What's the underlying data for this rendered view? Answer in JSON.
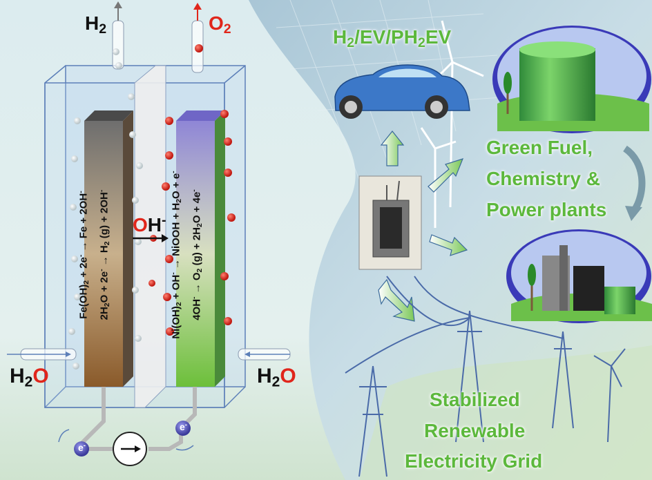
{
  "cell": {
    "h2_out": {
      "main": "H",
      "sub": "2"
    },
    "o2_out": {
      "main": "O",
      "sub": "2"
    },
    "h2o_left": {
      "h": "H",
      "sub": "2",
      "o": "O"
    },
    "h2o_right": {
      "h": "H",
      "sub": "2",
      "o": "O"
    },
    "oh_label": {
      "o": "O",
      "h": "H",
      "sup": "-"
    },
    "electron": {
      "e": "e",
      "sup": "-"
    }
  },
  "anode_reactions": {
    "line1_a": "Fe + 2OH",
    "line1_b": "Fe(OH)",
    "line1_c": " + 2e",
    "line2_a": "H",
    "line2_b": " (g) + 2OH",
    "line2_c": "2H",
    "line2_d": "O + 2e"
  },
  "cathode_reactions": {
    "line1": "Ni(OH)",
    "line1_b": " + OH",
    "line1_c": " → NiOOH + H",
    "line1_d": "O + e",
    "line2": "4OH",
    "line2_b": " → O",
    "line2_c": " (g) + 2H",
    "line2_d": "O + 4e"
  },
  "arrow_char": "→",
  "applications": {
    "vehicle_label": {
      "a": "H",
      "s1": "2",
      "b": "/EV/PH",
      "s2": "2",
      "c": "EV"
    },
    "green_fuel": [
      "Green Fuel,",
      "Chemistry &",
      "Power plants"
    ],
    "grid": [
      "Stabilized",
      "Renewable",
      "Electricity Grid"
    ]
  },
  "colors": {
    "accent_green": "#5cb83c",
    "red": "#e0261b",
    "car_blue": "#3c78c8"
  }
}
